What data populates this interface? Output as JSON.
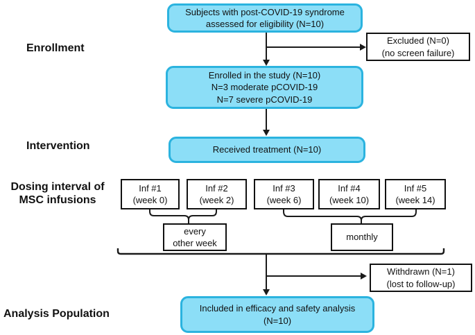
{
  "colors": {
    "highlight_fill": "#8CDEF7",
    "highlight_border": "#2BB3DF",
    "line_color": "#1a1a1a"
  },
  "labels": {
    "enrollment": "Enrollment",
    "intervention": "Intervention",
    "dosing_line1": "Dosing interval of",
    "dosing_line2": "MSC infusions",
    "analysis": "Analysis Population"
  },
  "boxes": {
    "eligibility": {
      "line1": "Subjects with post-COVID-19 syndrome",
      "line2": "assessed for eligibility (N=10)"
    },
    "excluded": {
      "line1": "Excluded (N=0)",
      "line2": "(no screen failure)"
    },
    "enrolled": {
      "line1": "Enrolled in the study (N=10)",
      "line2": "N=3 moderate pCOVID-19",
      "line3": "N=7 severe pCOVID-19"
    },
    "received": {
      "line1": "Received treatment (N=10)"
    },
    "infusions": [
      {
        "line1": "Inf #1",
        "line2": "(week 0)"
      },
      {
        "line1": "Inf #2",
        "line2": "(week 2)"
      },
      {
        "line1": "Inf #3",
        "line2": "(week 6)"
      },
      {
        "line1": "Inf #4",
        "line2": "(week 10)"
      },
      {
        "line1": "Inf #5",
        "line2": "(week 14)"
      }
    ],
    "interval_eow": {
      "line1": "every",
      "line2": "other week"
    },
    "interval_monthly": {
      "line1": "monthly"
    },
    "withdrawn": {
      "line1": "Withdrawn (N=1)",
      "line2": "(lost to follow-up)"
    },
    "included": {
      "line1": "Included in efficacy and safety analysis",
      "line2": "(N=10)"
    }
  }
}
